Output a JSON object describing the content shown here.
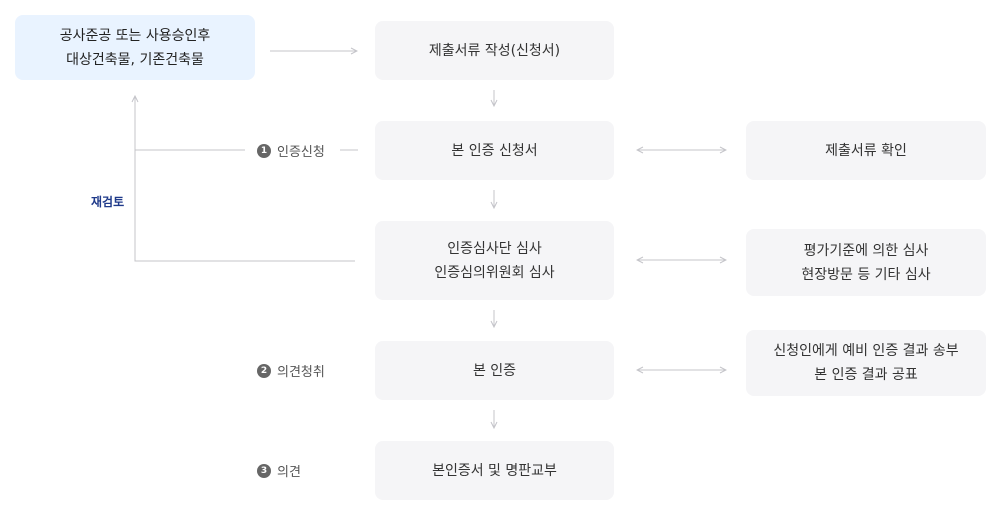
{
  "start_box": {
    "line1": "공사준공 또는 사용승인후",
    "line2": "대상건축물, 기존건축물"
  },
  "flow": {
    "submit_docs": "제출서류 작성(신청서)",
    "main_application": "본 인증 신청서",
    "review_line1": "인증심사단 심사",
    "review_line2": "인증심의위원회 심사",
    "main_cert": "본 인증",
    "issue": "본인증서 및 명판교부"
  },
  "side": {
    "check_docs": "제출서류 확인",
    "eval_line1": "평가기준에 의한 심사",
    "eval_line2": "현장방문 등 기타 심사",
    "notify_line1": "신청인에게 예비 인증 결과 송부",
    "notify_line2": "본 인증 결과 공표"
  },
  "steps": [
    {
      "num": "1",
      "label": "인증신청"
    },
    {
      "num": "2",
      "label": "의견청취"
    },
    {
      "num": "3",
      "label": "의견"
    }
  ],
  "recheck_label": "재검토",
  "colors": {
    "start_bg": "#e9f3ff",
    "box_bg": "#f5f5f7",
    "line": "#cfcfd4",
    "recheck_text": "#1f3a8a"
  }
}
